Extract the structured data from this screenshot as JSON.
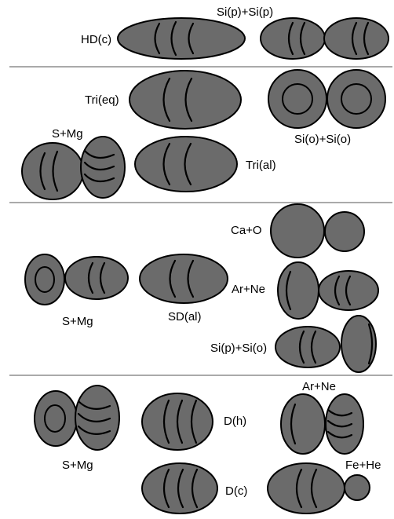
{
  "fill_color": "#6b6b6b",
  "stroke_color": "#000000",
  "separator_color": "#555555",
  "sections": [
    {
      "labels": {
        "hd_c": "HD(c)",
        "si_p_si_p": "Si(p)+Si(p)"
      }
    },
    {
      "labels": {
        "tri_eq": "Tri(eq)",
        "si_o_si_o": "Si(o)+Si(o)",
        "s_mg": "S+Mg",
        "tri_al": "Tri(al)"
      }
    },
    {
      "labels": {
        "ca_o": "Ca+O",
        "ar_ne": "Ar+Ne",
        "s_mg": "S+Mg",
        "sd_al": "SD(al)",
        "si_p_si_o": "Si(p)+Si(o)"
      }
    },
    {
      "labels": {
        "ar_ne": "Ar+Ne",
        "s_mg": "S+Mg",
        "d_h": "D(h)",
        "d_c": "D(c)",
        "fe_he": "Fe+He"
      }
    }
  ]
}
